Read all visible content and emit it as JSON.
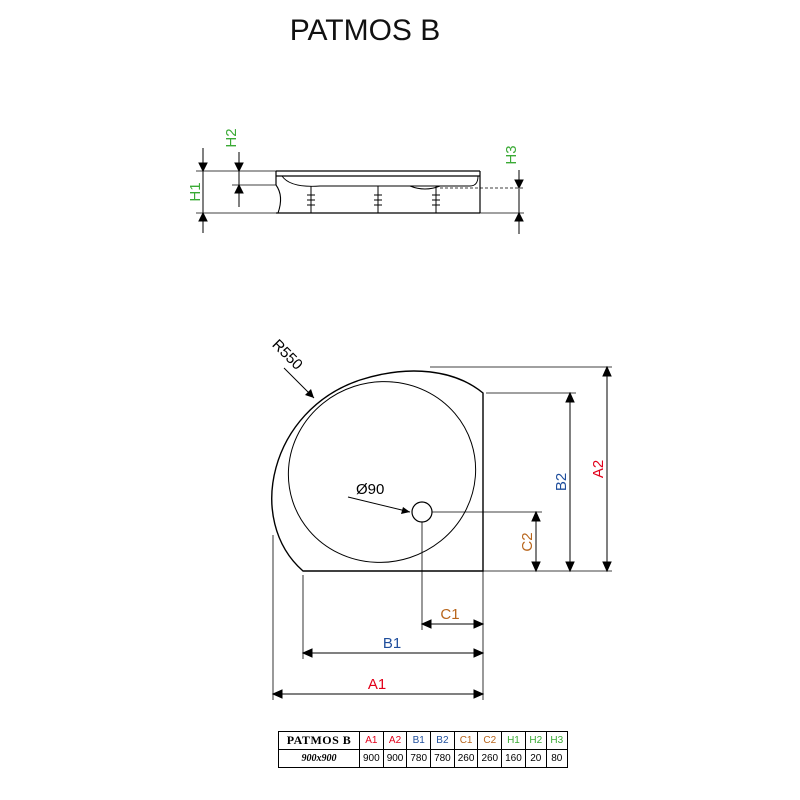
{
  "title": "PATMOS B",
  "side_view": {
    "labels": {
      "h1": "H1",
      "h2": "H2",
      "h3": "H3"
    }
  },
  "plan_view": {
    "labels": {
      "radius": "R550",
      "drain": "Ø90",
      "a1": "A1",
      "a2": "A2",
      "b1": "B1",
      "b2": "B2",
      "c1": "C1",
      "c2": "C2"
    }
  },
  "table": {
    "model": "PATMOS B",
    "size": "900x900",
    "headers": [
      "A1",
      "A2",
      "B1",
      "B2",
      "C1",
      "C2",
      "H1",
      "H2",
      "H3"
    ],
    "values": [
      "900",
      "900",
      "780",
      "780",
      "260",
      "260",
      "160",
      "20",
      "80"
    ]
  },
  "colors": {
    "A": "#e2001a",
    "B": "#1f4e9c",
    "C": "#b8651b",
    "H": "#3aaa35",
    "line": "#000000"
  }
}
